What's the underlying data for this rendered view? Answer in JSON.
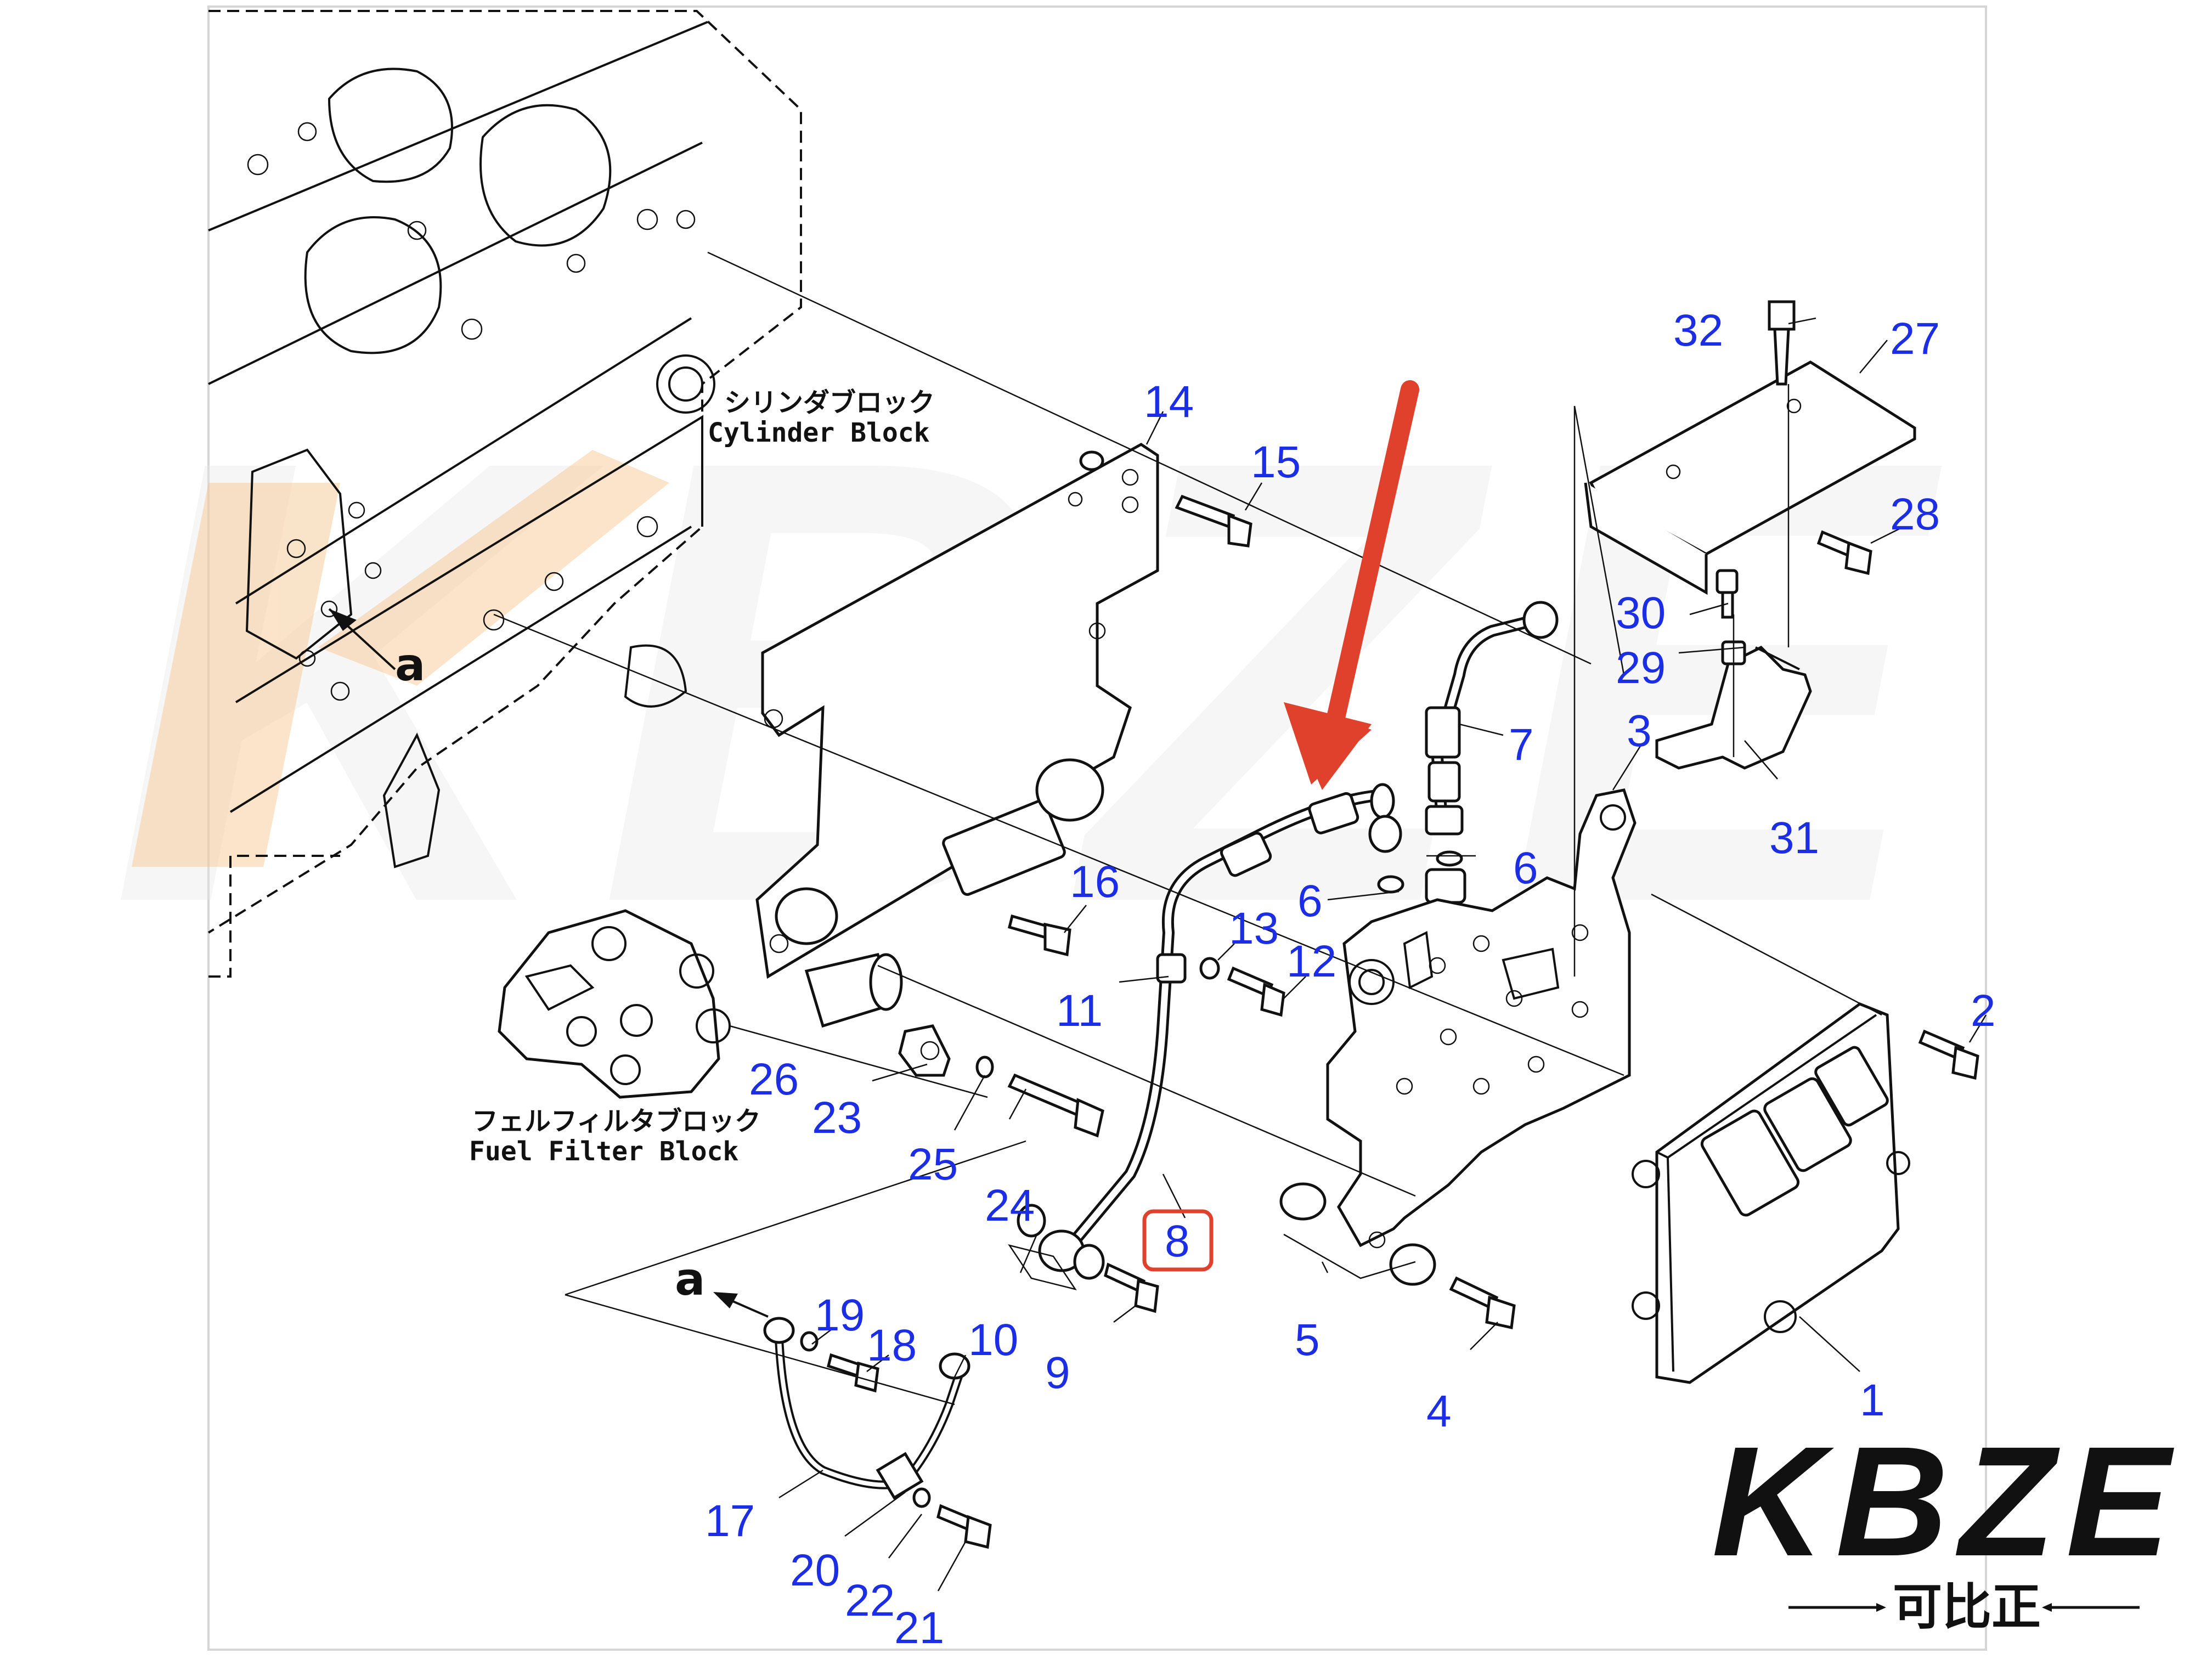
{
  "diagram": {
    "labels": {
      "cylinder_block_jp": "シリンダブロック",
      "cylinder_block_en": "Cylinder Block",
      "fuel_filter_block_jp": "フェルフィルタブロック",
      "fuel_filter_block_en": "Fuel Filter Block",
      "ref_a_top": "a",
      "ref_a_bottom": "a"
    },
    "part_numbers": {
      "n1": "1",
      "n2": "2",
      "n3": "3",
      "n4": "4",
      "n5": "5",
      "n6a": "6",
      "n6b": "6",
      "n7": "7",
      "n8": "8",
      "n9": "9",
      "n10": "10",
      "n11": "11",
      "n12": "12",
      "n13": "13",
      "n14": "14",
      "n15": "15",
      "n16": "16",
      "n17": "17",
      "n18": "18",
      "n19": "19",
      "n20": "20",
      "n21": "21",
      "n22": "22",
      "n23": "23",
      "n24": "24",
      "n25": "25",
      "n26": "26",
      "n27": "27",
      "n28": "28",
      "n29": "29",
      "n30": "30",
      "n31": "31",
      "n32": "32"
    },
    "highlighted_part": "8",
    "colors": {
      "label_blue": "#1b2ee6",
      "highlight_red": "#e0412c",
      "arrow_red": "#e0412c",
      "watermark_orange": "#f6c48a",
      "line": "#111111"
    }
  },
  "branding": {
    "logo_text": "KBZE",
    "logo_subtitle": "可比正",
    "watermark_text": "KBZE"
  }
}
